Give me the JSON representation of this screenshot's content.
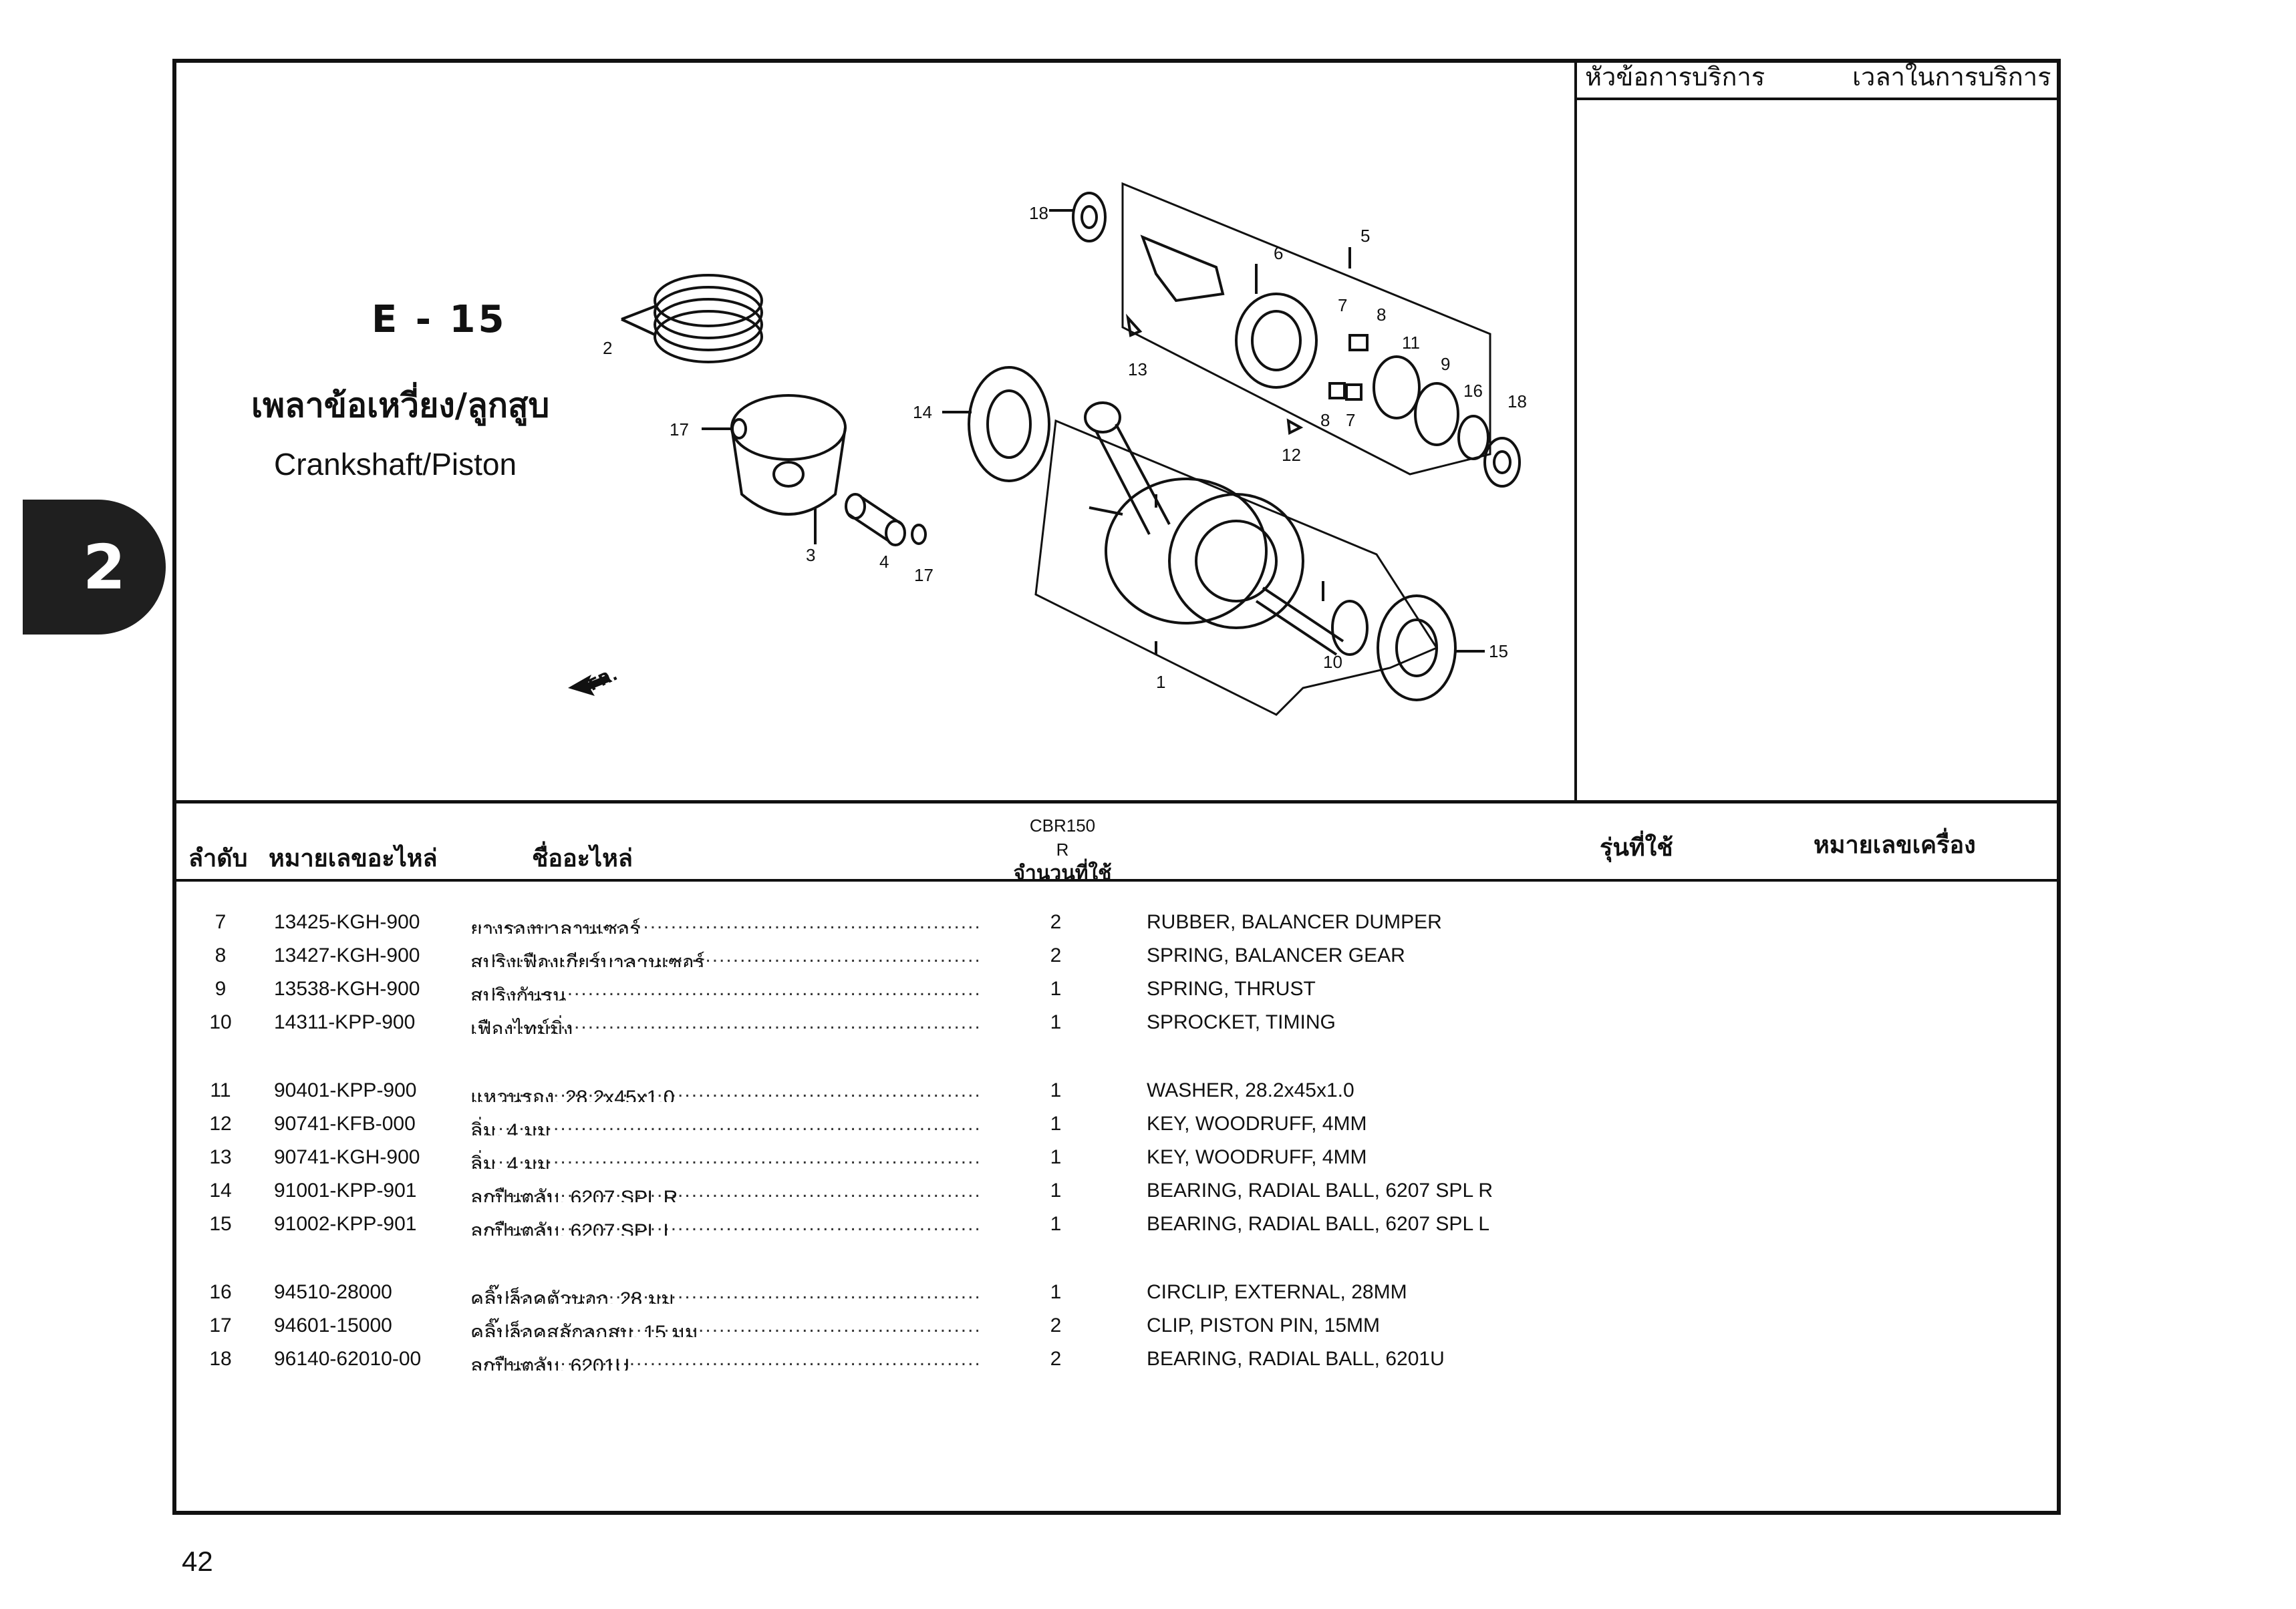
{
  "service": {
    "topic_label": "หัวข้อการบริการ",
    "time_label": "เวลาในการบริการ"
  },
  "chapter": "2",
  "section": {
    "code": "E - 15",
    "title_th": "เพลาข้อเหวี่ยง/ลูกสูบ",
    "title_en": "Crankshaft/Piston"
  },
  "table_header": {
    "no": "ลำดับ",
    "part_no": "หมายเลขอะไหล่",
    "part_name": "ชื่ออะไหล่",
    "model_line1": "CBR150",
    "model_line2": "R",
    "qty": "จำนวนที่ใช้",
    "models_used": "รุ่นที่ใช้",
    "engine_no": "หมายเลขเครื่อง"
  },
  "parts": [
    {
      "no": "7",
      "part_no": "13425-KGH-900",
      "name_th": "ยางรองบาลานเซอร์",
      "qty": "2",
      "name_en": "RUBBER, BALANCER DUMPER"
    },
    {
      "no": "8",
      "part_no": "13427-KGH-900",
      "name_th": "สปริงเฟืองเกียร์บาลานเซอร์",
      "qty": "2",
      "name_en": "SPRING, BALANCER GEAR"
    },
    {
      "no": "9",
      "part_no": "13538-KGH-900",
      "name_th": "สปริงกันรุน",
      "qty": "1",
      "name_en": "SPRING, THRUST"
    },
    {
      "no": "10",
      "part_no": "14311-KPP-900",
      "name_th": "เฟืองไทม์มิ่ง",
      "qty": "1",
      "name_en": "SPROCKET, TIMING"
    },
    {
      "no": "11",
      "part_no": "90401-KPP-900",
      "name_th": "แหวนรอง, 28.2x45x1.0",
      "qty": "1",
      "name_en": "WASHER, 28.2x45x1.0"
    },
    {
      "no": "12",
      "part_no": "90741-KFB-000",
      "name_th": "ลิ่ม, 4 มม",
      "qty": "1",
      "name_en": "KEY, WOODRUFF, 4MM"
    },
    {
      "no": "13",
      "part_no": "90741-KGH-900",
      "name_th": "ลิ่ม, 4 มม",
      "qty": "1",
      "name_en": "KEY, WOODRUFF, 4MM"
    },
    {
      "no": "14",
      "part_no": "91001-KPP-901",
      "name_th": "ลูกปืนตลับ, 6207 SPL R",
      "qty": "1",
      "name_en": "BEARING, RADIAL BALL, 6207 SPL R"
    },
    {
      "no": "15",
      "part_no": "91002-KPP-901",
      "name_th": "ลูกปืนตลับ, 6207 SPL L",
      "qty": "1",
      "name_en": "BEARING, RADIAL BALL, 6207 SPL L"
    },
    {
      "no": "16",
      "part_no": "94510-28000",
      "name_th": "คลิ๊ปล็อคตัวนอก, 28 มม",
      "qty": "1",
      "name_en": "CIRCLIP, EXTERNAL, 28MM"
    },
    {
      "no": "17",
      "part_no": "94601-15000",
      "name_th": "คลิ๊ปล็อคสลักลูกสูบ, 15 มม",
      "qty": "2",
      "name_en": "CLIP, PISTON PIN, 15MM"
    },
    {
      "no": "18",
      "part_no": "96140-62010-00",
      "name_th": "ลูกปืนตลับ, 6201U",
      "qty": "2",
      "name_en": "BEARING, RADIAL BALL, 6201U"
    }
  ],
  "diagram": {
    "callouts": [
      "1",
      "2",
      "3",
      "4",
      "5",
      "6",
      "7",
      "7",
      "8",
      "8",
      "9",
      "10",
      "11",
      "12",
      "13",
      "14",
      "15",
      "16",
      "17",
      "17",
      "18",
      "18"
    ],
    "direction_label": "FR."
  },
  "page_number": "42"
}
